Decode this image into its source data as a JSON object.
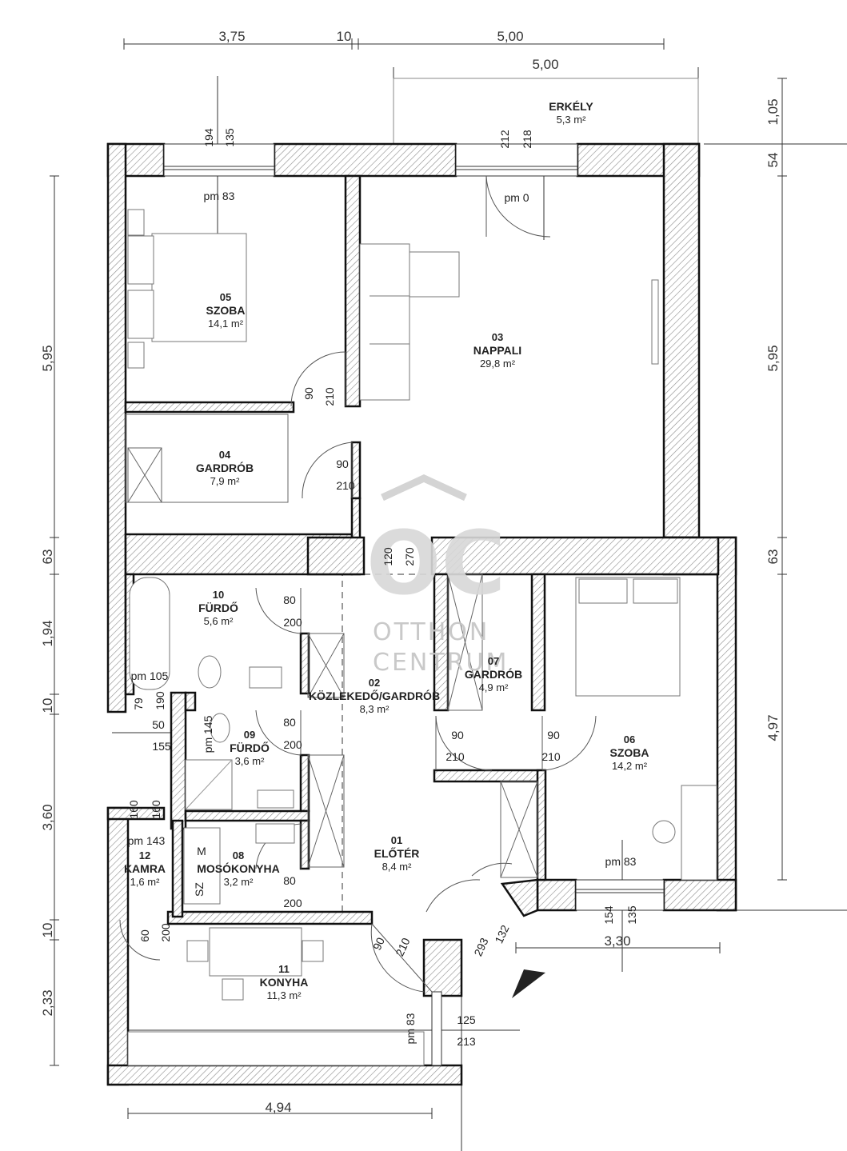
{
  "dimensions": {
    "top_left": "3,75",
    "top_gap": "10",
    "top_right": "5,00",
    "balcony_width": "5,00",
    "left_1": "5,95",
    "left_2": "63",
    "left_3": "1,94",
    "left_4": "10",
    "left_5": "3,60",
    "left_6": "10",
    "left_7": "2,33",
    "right_1": "1,05",
    "right_2": "54",
    "right_3": "5,95",
    "right_4": "63",
    "right_5": "4,97",
    "bottom_kitchen": "4,94",
    "bottom_room06": "3,30"
  },
  "rooms": [
    {
      "no": "01",
      "name": "ELŐTÉR",
      "area": "8,4 m²"
    },
    {
      "no": "02",
      "name": "KÖZLEKEDŐ/GARDRÓB",
      "area": "8,3 m²"
    },
    {
      "no": "03",
      "name": "NAPPALI",
      "area": "29,8 m²"
    },
    {
      "no": "04",
      "name": "GARDRÓB",
      "area": "7,9 m²"
    },
    {
      "no": "05",
      "name": "SZOBA",
      "area": "14,1 m²"
    },
    {
      "no": "06",
      "name": "SZOBA",
      "area": "14,2 m²"
    },
    {
      "no": "07",
      "name": "GARDRÓB",
      "area": "4,9 m²"
    },
    {
      "no": "08",
      "name": "MOSÓKONYHA",
      "area": "3,2 m²"
    },
    {
      "no": "09",
      "name": "FÜRDŐ",
      "area": "3,6 m²"
    },
    {
      "no": "10",
      "name": "FÜRDŐ",
      "area": "5,6 m²"
    },
    {
      "no": "11",
      "name": "KONYHA",
      "area": "11,3 m²"
    },
    {
      "no": "12",
      "name": "KAMRA",
      "area": "1,6 m²"
    }
  ],
  "balcony": {
    "name": "ERKÉLY",
    "area": "5,3 m²"
  },
  "labels": {
    "win05_a": "194",
    "win05_b": "135",
    "pm05": "pm 83",
    "win03_a": "212",
    "win03_b": "218",
    "pm03": "pm 0",
    "d05_w": "90",
    "d05_h": "210",
    "d04_w": "90",
    "d04_h": "210",
    "d_hall_a": "120",
    "d_hall_b": "270",
    "d10_w": "80",
    "d10_h": "200",
    "pm10": "pm 105",
    "l79": "79",
    "l190": "190",
    "l50": "50",
    "l155": "155",
    "pm09": "pm 145",
    "d09_w": "80",
    "d09_h": "200",
    "d07_w": "90",
    "d07_h": "210",
    "d06_w": "90",
    "d06_h": "210",
    "pm06": "pm 83",
    "win06_a": "154",
    "win06_b": "135",
    "l160a": "160",
    "l160b": "160",
    "pm12": "pm 143",
    "d08_w": "80",
    "d08_h": "200",
    "d12_a": "60",
    "d12_b": "200",
    "d_entry_a": "90",
    "d_entry_b": "210",
    "d_diag_a": "132",
    "d_diag_b": "293",
    "pm11": "pm 83",
    "l125": "125",
    "l213": "213",
    "wash_m": "M",
    "wash_sz": "SZ"
  },
  "watermark": {
    "logo": "OC",
    "line1": "OTTHON",
    "line2": "CENTRUM"
  }
}
